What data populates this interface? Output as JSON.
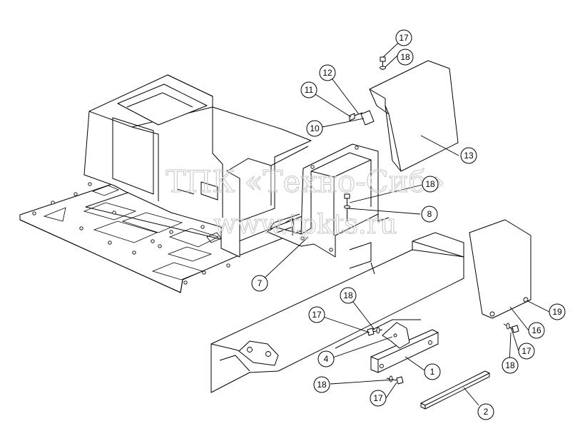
{
  "watermark": {
    "line1": "ТПК «Техно-Сиб»",
    "line2": "www.tpkts.ru"
  },
  "callouts": [
    "17",
    "18",
    "12",
    "11",
    "10",
    "13",
    "18",
    "8",
    "7",
    "18",
    "17",
    "4",
    "1",
    "16",
    "19",
    "17",
    "18",
    "18",
    "17",
    "2"
  ]
}
